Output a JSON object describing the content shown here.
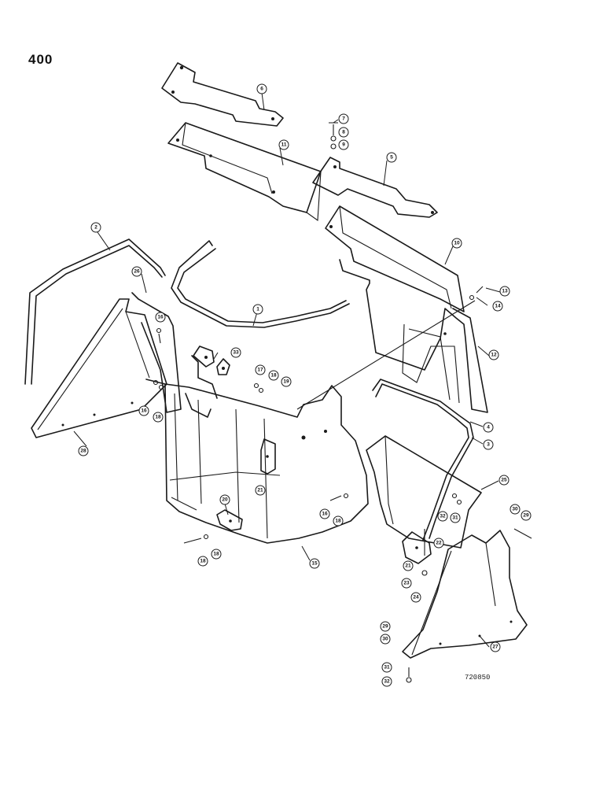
{
  "page": {
    "number": "400",
    "drawing_code": "720850"
  },
  "callouts": [
    {
      "num": "1"
    },
    {
      "num": "2"
    },
    {
      "num": "3"
    },
    {
      "num": "4"
    },
    {
      "num": "5"
    },
    {
      "num": "6"
    },
    {
      "num": "7"
    },
    {
      "num": "8"
    },
    {
      "num": "9"
    },
    {
      "num": "10"
    },
    {
      "num": "11"
    },
    {
      "num": "12"
    },
    {
      "num": "13"
    },
    {
      "num": "14"
    },
    {
      "num": "15"
    },
    {
      "num": "16"
    },
    {
      "num": "17"
    },
    {
      "num": "18"
    },
    {
      "num": "19"
    },
    {
      "num": "20"
    },
    {
      "num": "21"
    },
    {
      "num": "22"
    },
    {
      "num": "23"
    },
    {
      "num": "24"
    },
    {
      "num": "25"
    },
    {
      "num": "26"
    },
    {
      "num": "27"
    },
    {
      "num": "28"
    },
    {
      "num": "29"
    },
    {
      "num": "30"
    },
    {
      "num": "31"
    },
    {
      "num": "32"
    },
    {
      "num": "33"
    }
  ]
}
